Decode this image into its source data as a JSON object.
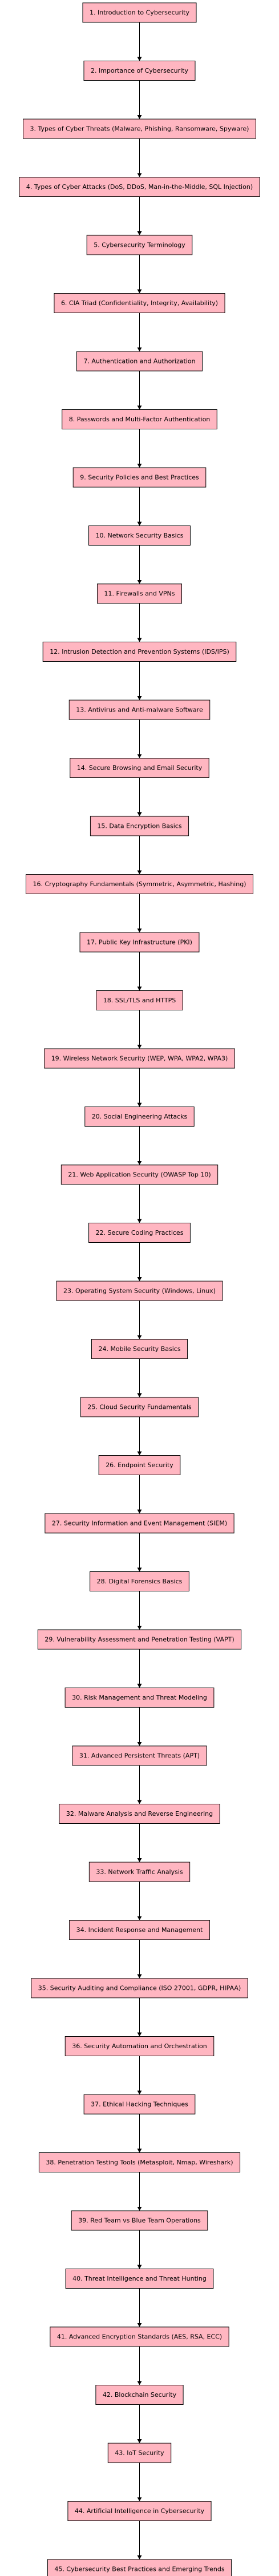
{
  "diagram": {
    "type": "flowchart",
    "direction": "top-to-bottom",
    "node_fill": "#ffb6c1",
    "node_stroke": "#000000",
    "edge_color": "#000000",
    "nodes": [
      "1. Introduction to Cybersecurity",
      "2. Importance of Cybersecurity",
      "3. Types of Cyber Threats (Malware, Phishing, Ransomware, Spyware)",
      "4. Types of Cyber Attacks (DoS, DDoS, Man-in-the-Middle, SQL Injection)",
      "5. Cybersecurity Terminology",
      "6. CIA Triad (Confidentiality, Integrity, Availability)",
      "7. Authentication and Authorization",
      "8. Passwords and Multi-Factor Authentication",
      "9. Security Policies and Best Practices",
      "10. Network Security Basics",
      "11. Firewalls and VPNs",
      "12. Intrusion Detection and Prevention Systems (IDS/IPS)",
      "13. Antivirus and Anti-malware Software",
      "14. Secure Browsing and Email Security",
      "15. Data Encryption Basics",
      "16. Cryptography Fundamentals (Symmetric, Asymmetric, Hashing)",
      "17. Public Key Infrastructure (PKI)",
      "18. SSL/TLS and HTTPS",
      "19. Wireless Network Security (WEP, WPA, WPA2, WPA3)",
      "20. Social Engineering Attacks",
      "21. Web Application Security (OWASP Top 10)",
      "22. Secure Coding Practices",
      "23. Operating System Security (Windows, Linux)",
      "24. Mobile Security Basics",
      "25. Cloud Security Fundamentals",
      "26. Endpoint Security",
      "27. Security Information and Event Management (SIEM)",
      "28. Digital Forensics Basics",
      "29. Vulnerability Assessment and Penetration Testing (VAPT)",
      "30. Risk Management and Threat Modeling",
      "31. Advanced Persistent Threats (APT)",
      "32. Malware Analysis and Reverse Engineering",
      "33. Network Traffic Analysis",
      "34. Incident Response and Management",
      "35. Security Auditing and Compliance (ISO 27001, GDPR, HIPAA)",
      "36. Security Automation and Orchestration",
      "37. Ethical Hacking Techniques",
      "38. Penetration Testing Tools (Metasploit, Nmap, Wireshark)",
      "39. Red Team vs Blue Team Operations",
      "40. Threat Intelligence and Threat Hunting",
      "41. Advanced Encryption Standards (AES, RSA, ECC)",
      "42. Blockchain Security",
      "43. IoT Security",
      "44. Artificial Intelligence in Cybersecurity",
      "45. Cybersecurity Best Practices and Emerging Trends"
    ]
  }
}
